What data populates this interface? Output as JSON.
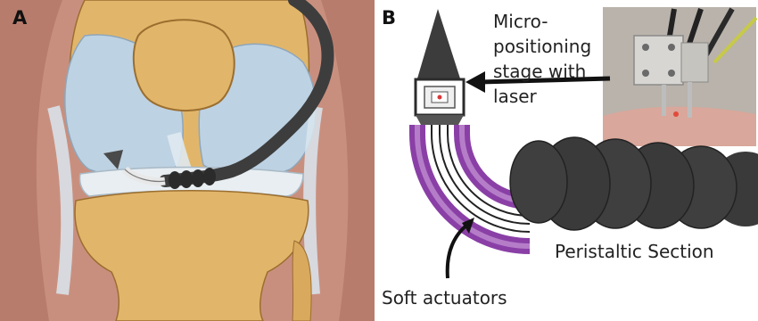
{
  "panel_a": {
    "letter": "A"
  },
  "panel_b": {
    "letter": "B",
    "micro_lines": [
      "Micro-",
      "positioning",
      "stage with",
      "laser"
    ],
    "peristaltic_label": "Peristaltic Section",
    "soft_actuators_label": "Soft actuators"
  },
  "colors": {
    "bone": "#e2b66a",
    "cartilage": "#bdd2e3",
    "skin": "#c98f7e",
    "tube": "#3d3d3d",
    "actuator": "#8a3fa6"
  }
}
